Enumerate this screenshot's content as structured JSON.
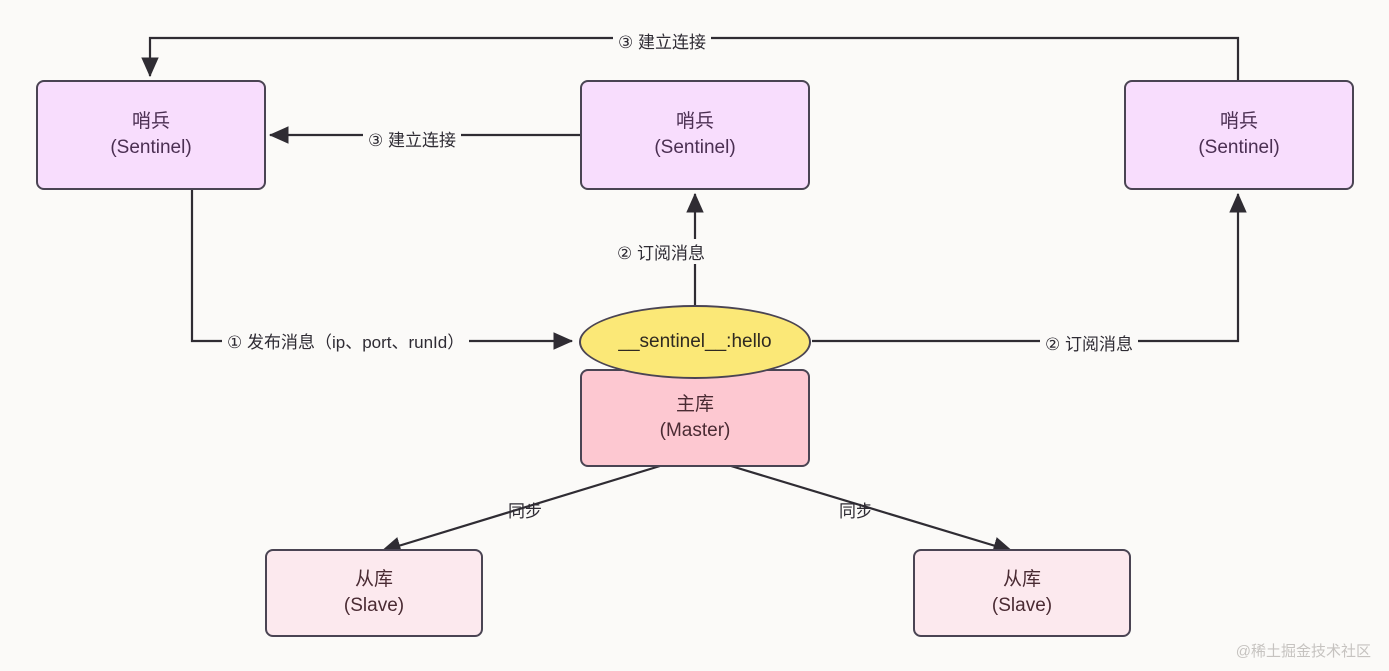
{
  "diagram": {
    "title": "Redis Sentinel pub/sub discovery diagram",
    "background_color": "#fbfaf8",
    "nodes": [
      {
        "id": "sentinel-left",
        "line1": "哨兵",
        "line2": "(Sentinel)",
        "fill": "#f8ddfd",
        "stroke": "#4a4453"
      },
      {
        "id": "sentinel-middle",
        "line1": "哨兵",
        "line2": "(Sentinel)",
        "fill": "#f8ddfd",
        "stroke": "#4a4453"
      },
      {
        "id": "sentinel-right",
        "line1": "哨兵",
        "line2": "(Sentinel)",
        "fill": "#f8ddfd",
        "stroke": "#4a4453"
      },
      {
        "id": "channel-hub",
        "line1": "__sentinel__:hello",
        "line2": "",
        "fill": "#fbe877",
        "stroke": "#4a4453"
      },
      {
        "id": "master",
        "line1": "主库",
        "line2": "(Master)",
        "fill": "#fdc8d1",
        "stroke": "#4a4453"
      },
      {
        "id": "slave-left",
        "line1": "从库",
        "line2": "(Slave)",
        "fill": "#fce9ee",
        "stroke": "#4a4453"
      },
      {
        "id": "slave-right",
        "line1": "从库",
        "line2": "(Slave)",
        "fill": "#fce9ee",
        "stroke": "#4a4453"
      }
    ],
    "edges": [
      {
        "id": "publish",
        "label": "① 发布消息（ip、port、runId）",
        "from": "sentinel-left",
        "to": "channel-hub"
      },
      {
        "id": "subscribe-middle",
        "label": "② 订阅消息",
        "from": "channel-hub",
        "to": "sentinel-middle"
      },
      {
        "id": "subscribe-right",
        "label": "② 订阅消息",
        "from": "channel-hub",
        "to": "sentinel-right"
      },
      {
        "id": "connect-middle",
        "label": "③ 建立连接",
        "from": "sentinel-middle",
        "to": "sentinel-left"
      },
      {
        "id": "connect-right",
        "label": "③ 建立连接",
        "from": "sentinel-right",
        "to": "sentinel-left"
      },
      {
        "id": "sync-left",
        "label": "同步",
        "from": "master",
        "to": "slave-left"
      },
      {
        "id": "sync-right",
        "label": "同步",
        "from": "master",
        "to": "slave-right"
      }
    ],
    "watermark": "@稀土掘金技术社区"
  }
}
